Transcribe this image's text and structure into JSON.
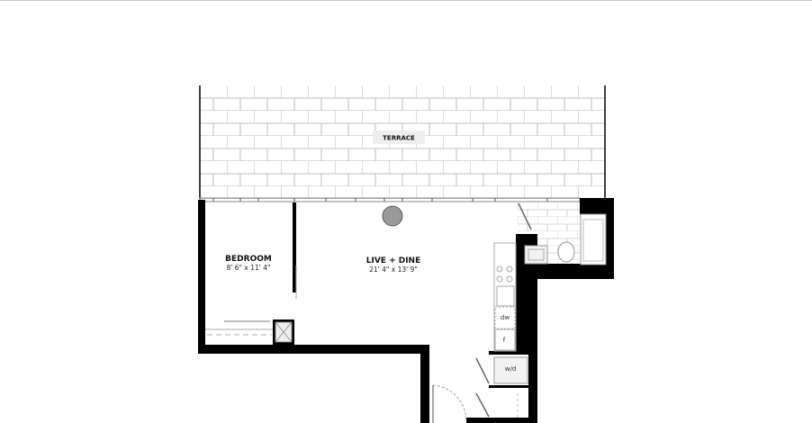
{
  "rooms": {
    "terrace": {
      "label": "TERRACE"
    },
    "bedroom": {
      "label": "BEDROOM",
      "dimensions": "8' 6\" x 11' 4\""
    },
    "live_dine": {
      "label": "LIVE + DINE",
      "dimensions": "21' 4\" x 13' 9\""
    }
  },
  "appliances": {
    "dishwasher": "dw",
    "fridge": "f",
    "washer_dryer": "w/d"
  },
  "colors": {
    "wall": "#000000",
    "line": "#aaaaaa",
    "column": "#9a9a9a"
  }
}
